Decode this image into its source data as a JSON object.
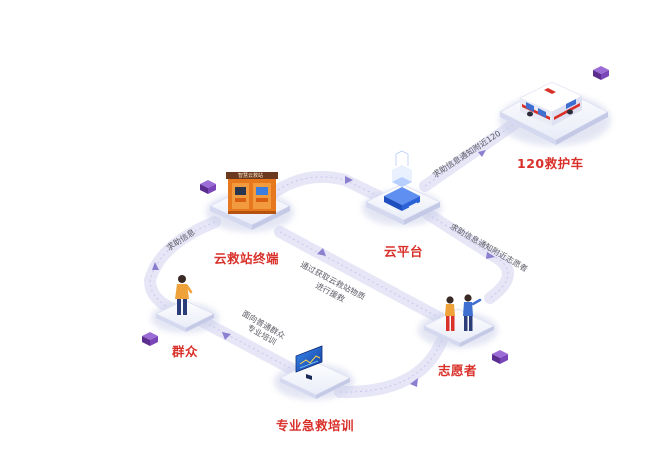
{
  "nodes": {
    "ambulance": "120救护车",
    "cloud_platform": "云平台",
    "station_terminal": "云救站终端",
    "public": "群众",
    "volunteer": "志愿者",
    "training": "专业急救培训"
  },
  "edges": {
    "cloud_to_120": "求助信息通知附近120",
    "cloud_to_volunteer": "求助信息通知附近志愿者",
    "public_to_station": "求助信息",
    "volunteer_fetch_line1": "通过获取云救站物质",
    "volunteer_fetch_line2": "进行援救",
    "training_line1": "面向普通群众",
    "training_line2": "专业培训"
  },
  "kiosk": {
    "sign": "智慧云救站"
  },
  "colors": {
    "label_red": "#d9302a",
    "path_lavender": "#e4e4f6",
    "arrow_purple": "#8b7fd0",
    "kiosk_orange": "#e8781e",
    "platform_blue": "#2f62d6",
    "cube_purple": "#6b3fa0"
  }
}
